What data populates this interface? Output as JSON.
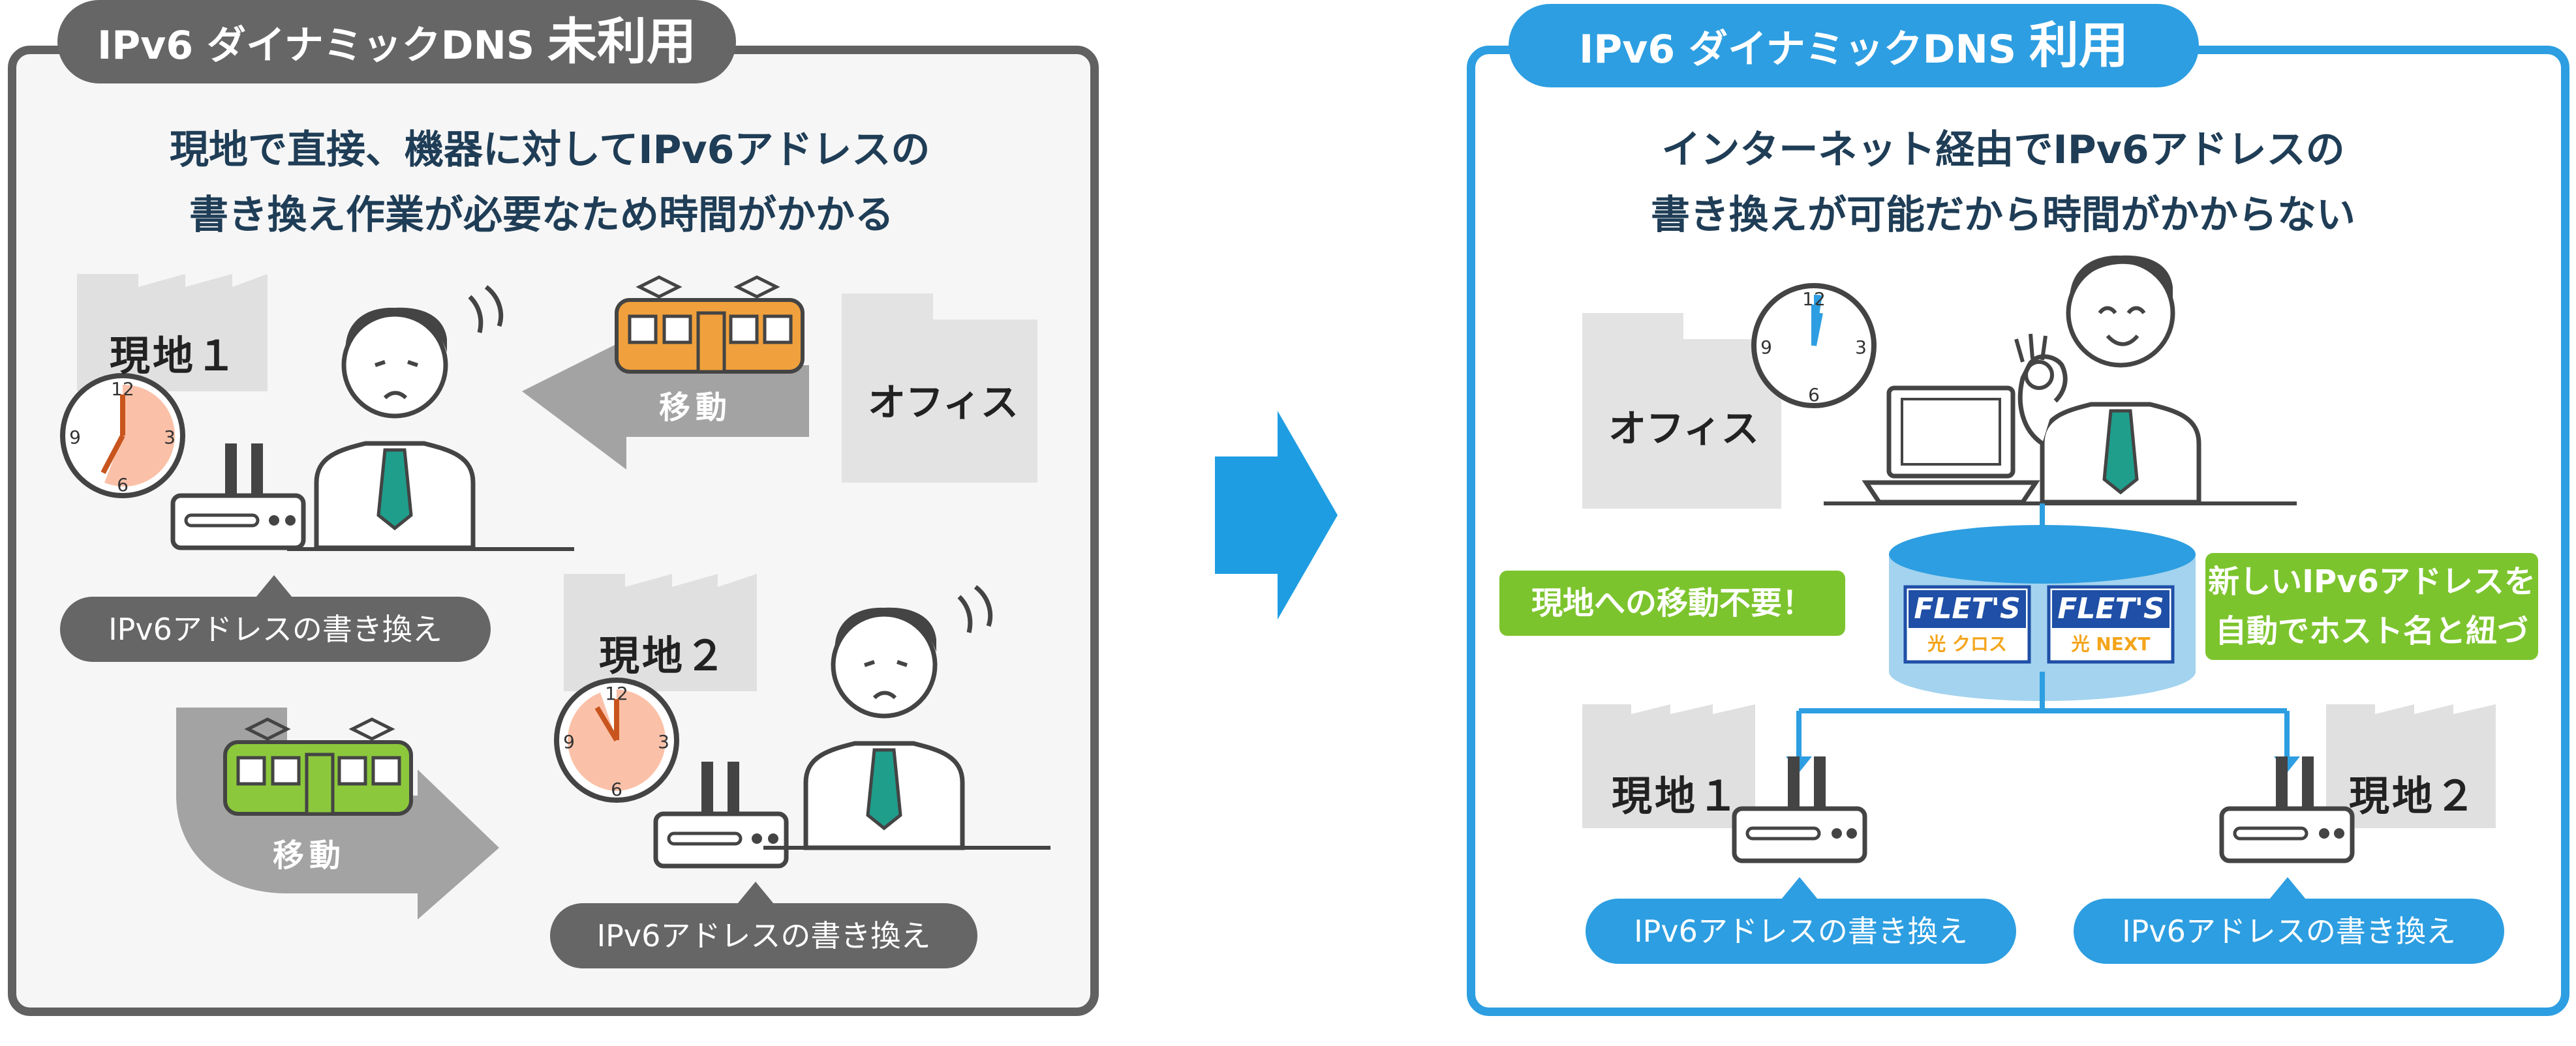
{
  "left_panel": {
    "title_main": "IPv6 ダイナミックDNS",
    "title_emphasis": "未利用",
    "heading_lines": [
      "現地で直接、機器に対してIPv6アドレスの",
      "書き換え作業が必要なため時間がかかる"
    ],
    "site1": "現地１",
    "site2": "現地２",
    "office": "オフィス",
    "move_top": "移動",
    "move_bottom": "移動",
    "tag1": "IPv6アドレスの書き換え",
    "tag2": "IPv6アドレスの書き換え"
  },
  "right_panel": {
    "title_main": "IPv6 ダイナミックDNS",
    "title_emphasis": "利用",
    "heading_lines": [
      "インターネット経由でIPv6アドレスの",
      "書き換えが可能だから時間がかからない"
    ],
    "office": "オフィス",
    "no_travel": "現地への移動不要！",
    "auto_link_lines": [
      "新しいIPv6アドレスを",
      "自動でホスト名と紐づけ"
    ],
    "logo1_text": "FLET'S",
    "logo1_sub": "光 クロス",
    "logo2_text": "FLET'S",
    "logo2_sub": "光 NEXT",
    "site1": "現地１",
    "site2": "現地２",
    "tag1": "IPv6アドレスの書き換え",
    "tag2": "IPv6アドレスの書き換え"
  },
  "clock_numbers": [
    "12",
    "3",
    "6",
    "9"
  ],
  "colors": {
    "grey_frame": "#616161",
    "blue_frame": "#2d9ee1",
    "green": "#7cc42d",
    "train_orange": "#f0a03c",
    "train_green": "#8cc83c",
    "navy_text": "#1f3d56",
    "tie": "#1f9e8c",
    "clock_fill": "#fbc1a8"
  }
}
